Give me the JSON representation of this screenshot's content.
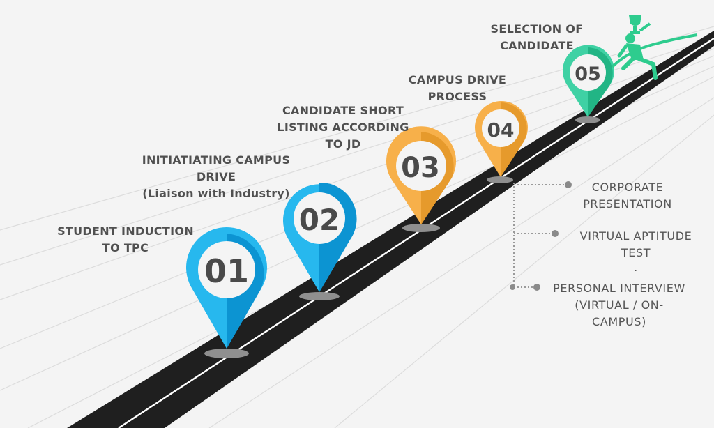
{
  "steps": [
    {
      "number": "01",
      "title_lines": [
        "STUDENT INDUCTION",
        "TO TPC"
      ],
      "color": "#27b8ee",
      "shade": "#0c94d2"
    },
    {
      "number": "02",
      "title_lines": [
        "INITIATIATING CAMPUS",
        "DRIVE",
        "(Liaison with Industry)"
      ],
      "color": "#27b8ee",
      "shade": "#0c94d2"
    },
    {
      "number": "03",
      "title_lines": [
        "CANDIDATE SHORT",
        "LISTING ACCORDING",
        "TO JD"
      ],
      "color": "#f7b04a",
      "shade": "#e69a2c"
    },
    {
      "number": "04",
      "title_lines": [
        "CAMPUS DRIVE",
        "PROCESS"
      ],
      "color": "#f7b04a",
      "shade": "#e69a2c"
    },
    {
      "number": "05",
      "title_lines": [
        "SELECTION OF",
        "CANDIDATE"
      ],
      "color": "#3fd1a4",
      "shade": "#22b585"
    }
  ],
  "sub_steps": [
    {
      "lines": [
        "CORPORATE",
        "PRESENTATION"
      ]
    },
    {
      "lines": [
        "VIRTUAL APTITUDE",
        "TEST",
        "."
      ]
    },
    {
      "lines": [
        "PERSONAL INTERVIEW",
        "(VIRTUAL / ON-",
        "CAMPUS)"
      ]
    }
  ],
  "icons": {
    "runner": "runner-with-trophy-icon"
  },
  "colors": {
    "road": "#1f1f1f",
    "road_line": "#ffffff",
    "background": "#f4f4f4",
    "connector": "#9a9a9a"
  }
}
